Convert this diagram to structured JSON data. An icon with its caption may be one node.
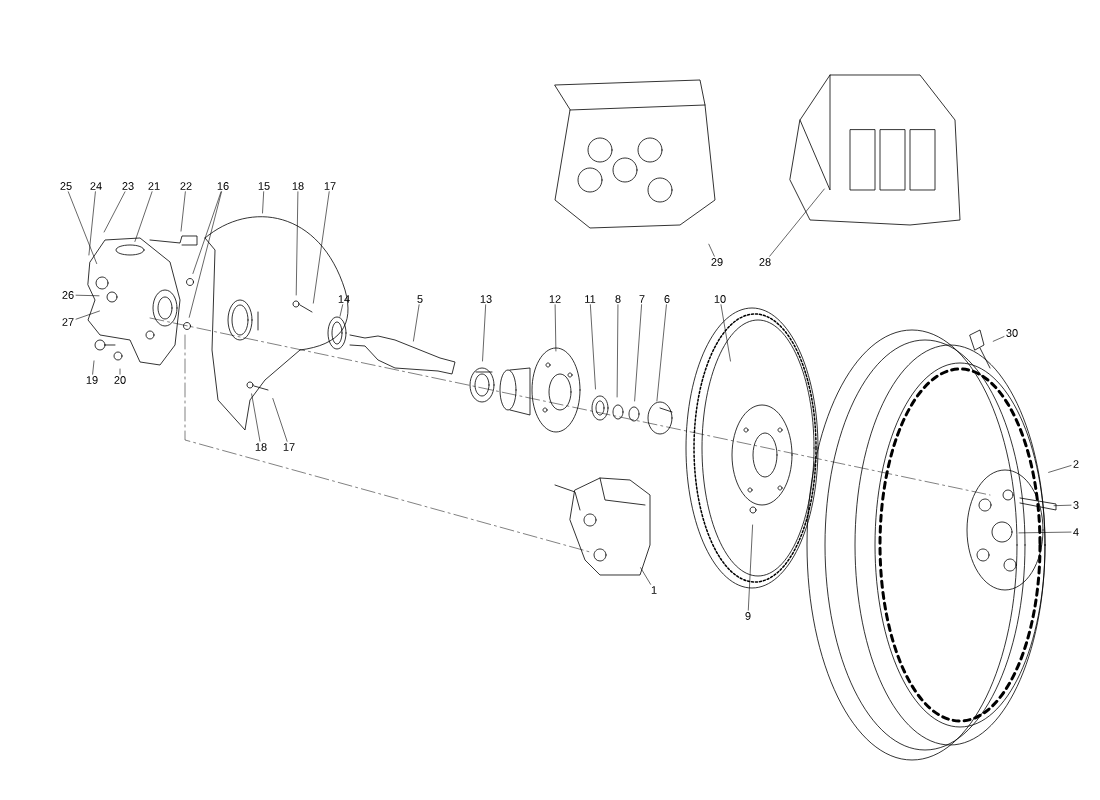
{
  "diagram": {
    "nodes": [
      {
        "text": [
          "25"
        ]
      },
      {
        "text": [
          "24"
        ]
      },
      {
        "text": [
          "23"
        ]
      },
      {
        "text": [
          "21"
        ]
      },
      {
        "text": [
          "22"
        ]
      },
      {
        "text": [
          "16"
        ]
      },
      {
        "text": [
          "15"
        ]
      },
      {
        "text": [
          "18"
        ]
      },
      {
        "text": [
          "17"
        ]
      },
      {
        "text": [
          "29"
        ]
      },
      {
        "text": [
          "28"
        ]
      },
      {
        "text": [
          "26"
        ]
      },
      {
        "text": [
          "14"
        ]
      },
      {
        "text": [
          "5"
        ]
      },
      {
        "text": [
          "13"
        ]
      },
      {
        "text": [
          "12"
        ]
      },
      {
        "text": [
          "11"
        ]
      },
      {
        "text": [
          "8"
        ]
      },
      {
        "text": [
          "7"
        ]
      },
      {
        "text": [
          "6"
        ]
      },
      {
        "text": [
          "10"
        ]
      },
      {
        "text": [
          "27"
        ]
      },
      {
        "text": [
          "30"
        ]
      },
      {
        "text": [
          "19"
        ]
      },
      {
        "text": [
          "20"
        ]
      },
      {
        "text": [
          "18"
        ]
      },
      {
        "text": [
          "17"
        ]
      },
      {
        "text": [
          "2"
        ]
      },
      {
        "text": [
          "3"
        ]
      },
      {
        "text": [
          "4"
        ]
      },
      {
        "text": [
          "1"
        ]
      },
      {
        "text": [
          "9"
        ]
      }
    ],
    "edges": [
      {
        "from": 0,
        "to": null,
        "arrow": "none"
      },
      {
        "from": 1,
        "to": null,
        "arrow": "none"
      },
      {
        "from": 2,
        "to": null,
        "arrow": "none"
      },
      {
        "from": 3,
        "to": null,
        "arrow": "none"
      },
      {
        "from": 4,
        "to": null,
        "arrow": "none"
      },
      {
        "from": 5,
        "to": null,
        "arrow": "none"
      },
      {
        "from": 5,
        "to": null,
        "arrow": "none"
      },
      {
        "from": 6,
        "to": null,
        "arrow": "none"
      },
      {
        "from": 7,
        "to": null,
        "arrow": "none"
      },
      {
        "from": 8,
        "to": null,
        "arrow": "none"
      },
      {
        "from": 9,
        "to": null,
        "arrow": "none"
      },
      {
        "from": 10,
        "to": null,
        "arrow": "none"
      },
      {
        "from": 11,
        "to": null,
        "arrow": "none"
      },
      {
        "from": 12,
        "to": null,
        "arrow": "none"
      },
      {
        "from": 13,
        "to": null,
        "arrow": "none"
      },
      {
        "from": 14,
        "to": null,
        "arrow": "none"
      },
      {
        "from": 15,
        "to": null,
        "arrow": "none"
      },
      {
        "from": 16,
        "to": null,
        "arrow": "none"
      },
      {
        "from": 17,
        "to": null,
        "arrow": "none"
      },
      {
        "from": 18,
        "to": null,
        "arrow": "none"
      },
      {
        "from": 19,
        "to": null,
        "arrow": "none"
      },
      {
        "from": 20,
        "to": null,
        "arrow": "none"
      },
      {
        "from": 21,
        "to": null,
        "arrow": "none"
      },
      {
        "from": 22,
        "to": null,
        "arrow": "none"
      },
      {
        "from": 23,
        "to": null,
        "arrow": "none"
      },
      {
        "from": 24,
        "to": null,
        "arrow": "none"
      },
      {
        "from": 25,
        "to": null,
        "arrow": "none"
      },
      {
        "from": 26,
        "to": null,
        "arrow": "none"
      },
      {
        "from": 27,
        "to": null,
        "arrow": "none"
      },
      {
        "from": 28,
        "to": null,
        "arrow": "none"
      },
      {
        "from": 29,
        "to": null,
        "arrow": "none"
      },
      {
        "from": 30,
        "to": null,
        "arrow": "none"
      },
      {
        "from": 31,
        "to": null,
        "arrow": "none"
      }
    ]
  }
}
